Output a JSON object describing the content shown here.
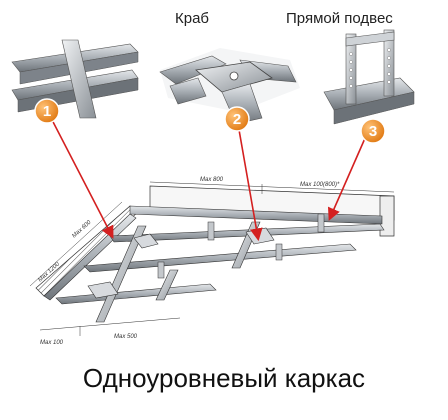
{
  "labels": {
    "krab": "Краб",
    "podves": "Прямой подвес"
  },
  "caption": "Одноуровневый каркас",
  "callouts": [
    {
      "number": "1"
    },
    {
      "number": "2"
    },
    {
      "number": "3"
    }
  ],
  "dimensions": {
    "top_left": "Max 800",
    "top_right": "Max 100(800)*",
    "left_upper": "Max 600",
    "left_lower": "Max 1200",
    "bottom_left": "Max 100",
    "bottom_right": "Max 500"
  },
  "colors": {
    "badge_orange": "#ef8a1e",
    "arrow_red": "#d42020",
    "profile_gray": "#9aa0a6"
  }
}
